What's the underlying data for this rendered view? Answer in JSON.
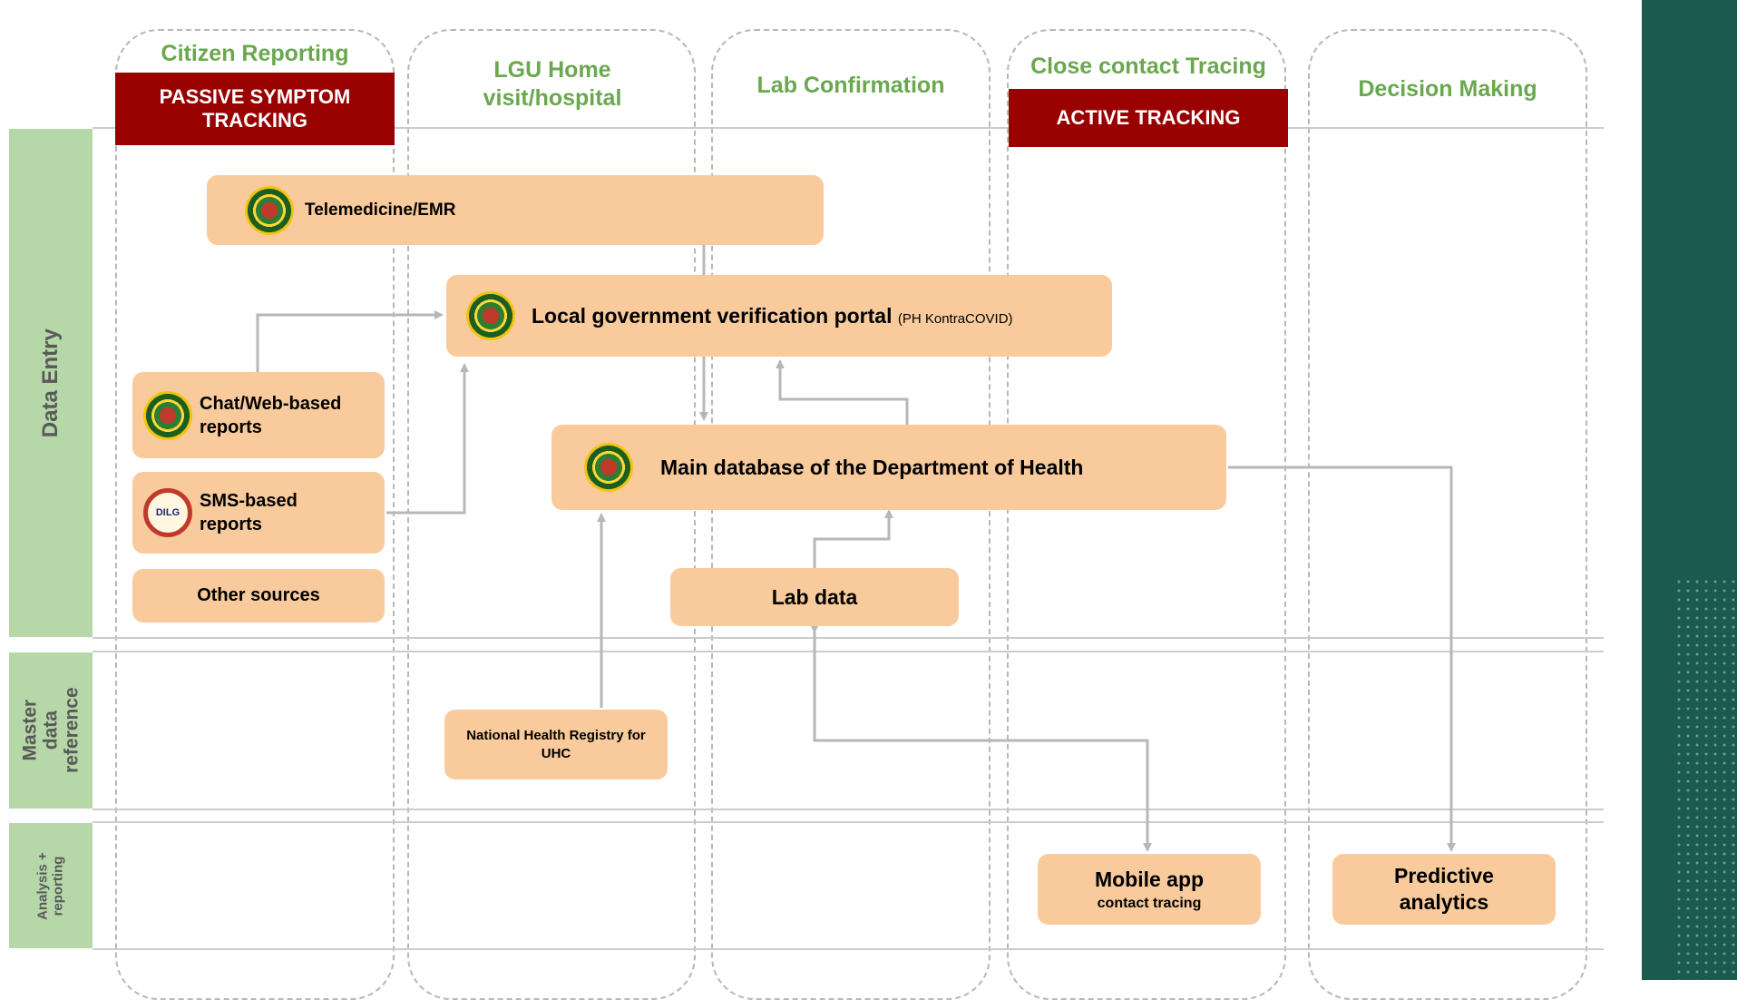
{
  "lanes": {
    "citizen": {
      "title": "Citizen Reporting",
      "banner": "PASSIVE SYMPTOM TRACKING"
    },
    "lgu": {
      "title": "LGU Home visit/hospital"
    },
    "lab": {
      "title": "Lab Confirmation"
    },
    "close": {
      "title": "Close contact Tracing",
      "banner": "ACTIVE TRACKING"
    },
    "decision": {
      "title": "Decision Making"
    }
  },
  "rows": {
    "data_entry": "Data Entry",
    "master": "Master data reference",
    "analysis": "Analysis + reporting"
  },
  "nodes": {
    "telemedicine": "Telemedicine/EMR",
    "portal": "Local government verification portal",
    "portal_sub": "(PH KontraCOVID)",
    "chat": "Chat/Web-based reports",
    "sms": "SMS-based reports",
    "sms_logo": "DILG",
    "other": "Other sources",
    "main_db": "Main database of the Department of Health",
    "lab_data": "Lab data",
    "nhr": "National Health Registry for UHC",
    "mobile": "Mobile app",
    "mobile_sub": "contact tracing",
    "predictive": "Predictive analytics"
  },
  "icons": {
    "doh_seal": "doh-seal-icon",
    "dilg_seal": "dilg-seal-icon"
  },
  "colors": {
    "lane_title": "#6aa84f",
    "banner": "#990000",
    "node": "#f9cb9c",
    "row_label": "#b6d7a8",
    "arrow": "#b7b7b7",
    "sidebar": "#1b5a4e"
  }
}
